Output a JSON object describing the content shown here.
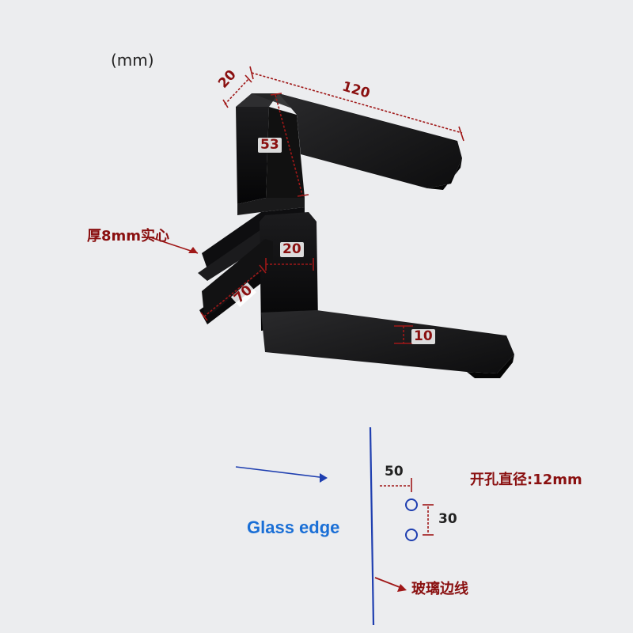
{
  "unit_label": "(mm)",
  "dimensions": {
    "top_width": "20",
    "top_length": "120",
    "top_height": "53",
    "thickness_note": "厚8mm实心",
    "bottom_width": "20",
    "rose_length": "70",
    "lever_thickness": "10"
  },
  "glass_diagram": {
    "glass_edge_label": "Glass edge",
    "offset": "50",
    "hole_spacing": "30",
    "hole_diameter": "开孔直径:12mm",
    "edge_line_label": "玻璃边线"
  },
  "colors": {
    "handle": "#141414",
    "dimension": "#a01818",
    "glass_edge": "#1a6fd6",
    "edge_line": "#1f3fb0"
  }
}
